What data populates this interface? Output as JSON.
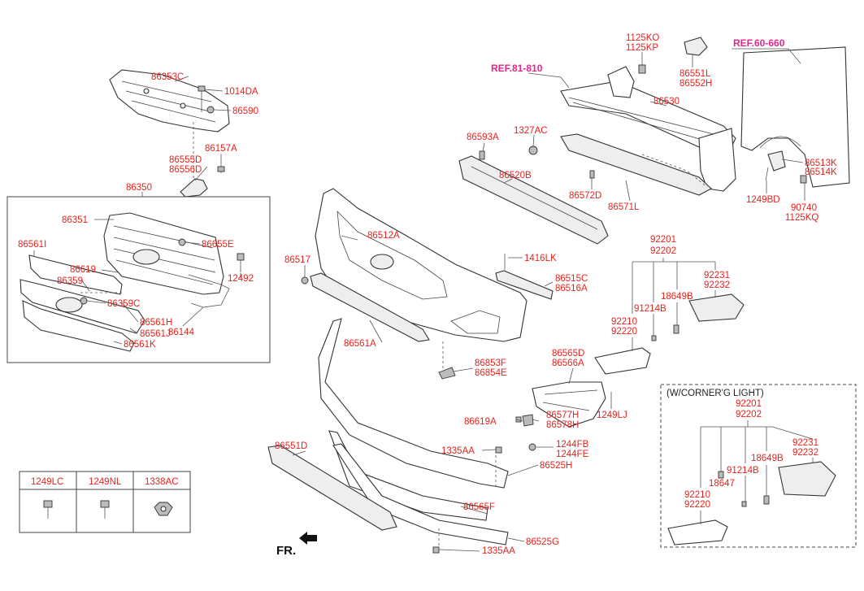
{
  "references": {
    "ref1": "REF.81-810",
    "ref2": "REF.60-660"
  },
  "front_label": "FR.",
  "labels": {
    "l86353C": "86353C",
    "l1014DA": "1014DA",
    "l86590": "86590",
    "l86157A": "86157A",
    "l86555D": "86555D",
    "l86556D": "86556D",
    "l86350": "86350",
    "l86351": "86351",
    "l86655E": "86655E",
    "l86561I": "86561I",
    "l86619": "86619",
    "l86359": "86359",
    "l12492": "12492",
    "l86359C": "86359C",
    "l86561H": "86561H",
    "l86561J": "86561J",
    "l86144": "86144",
    "l86561K": "86561K",
    "l1125KO": "1125KO",
    "l1125KP": "1125KP",
    "l86551L": "86551L",
    "l86552H": "86552H",
    "l86530": "86530",
    "l86593A": "86593A",
    "l1327AC": "1327AC",
    "l86513K": "86513K",
    "l86514K": "86514K",
    "l86520B": "86520B",
    "l86572D": "86572D",
    "l86571L": "86571L",
    "l1249BD": "1249BD",
    "l90740": "90740",
    "l1125KQ": "1125KQ",
    "l86512A": "86512A",
    "l86517": "86517",
    "l1416LK": "1416LK",
    "l86515C": "86515C",
    "l86516A": "86516A",
    "l86561A": "86561A",
    "l86853F": "86853F",
    "l86854E": "86854E",
    "l92201": "92201",
    "l92202": "92202",
    "l92231": "92231",
    "l92232": "92232",
    "l18649B": "18649B",
    "l91214B": "91214B",
    "l92210": "92210",
    "l92220": "92220",
    "l86565D": "86565D",
    "l86566A": "86566A",
    "l1249LJ": "1249LJ",
    "l86619A": "86619A",
    "l86577H": "86577H",
    "l86578H": "86578H",
    "l86551D": "86551D",
    "l1335AA_a": "1335AA",
    "l1244FB": "1244FB",
    "l1244FE": "1244FE",
    "l86525H": "86525H",
    "l86565F": "86565F",
    "l86525G": "86525G",
    "l1335AA_b": "1335AA",
    "c_title": "(W/CORNER'G LIGHT)",
    "c92201": "92201",
    "c92202": "92202",
    "c92231": "92231",
    "c92232": "92232",
    "c18649B": "18649B",
    "c91214B": "91214B",
    "c18647": "18647",
    "c92210": "92210",
    "c92220": "92220"
  },
  "fastener_table": {
    "headers": [
      "1249LC",
      "1249NL",
      "1338AC"
    ]
  }
}
